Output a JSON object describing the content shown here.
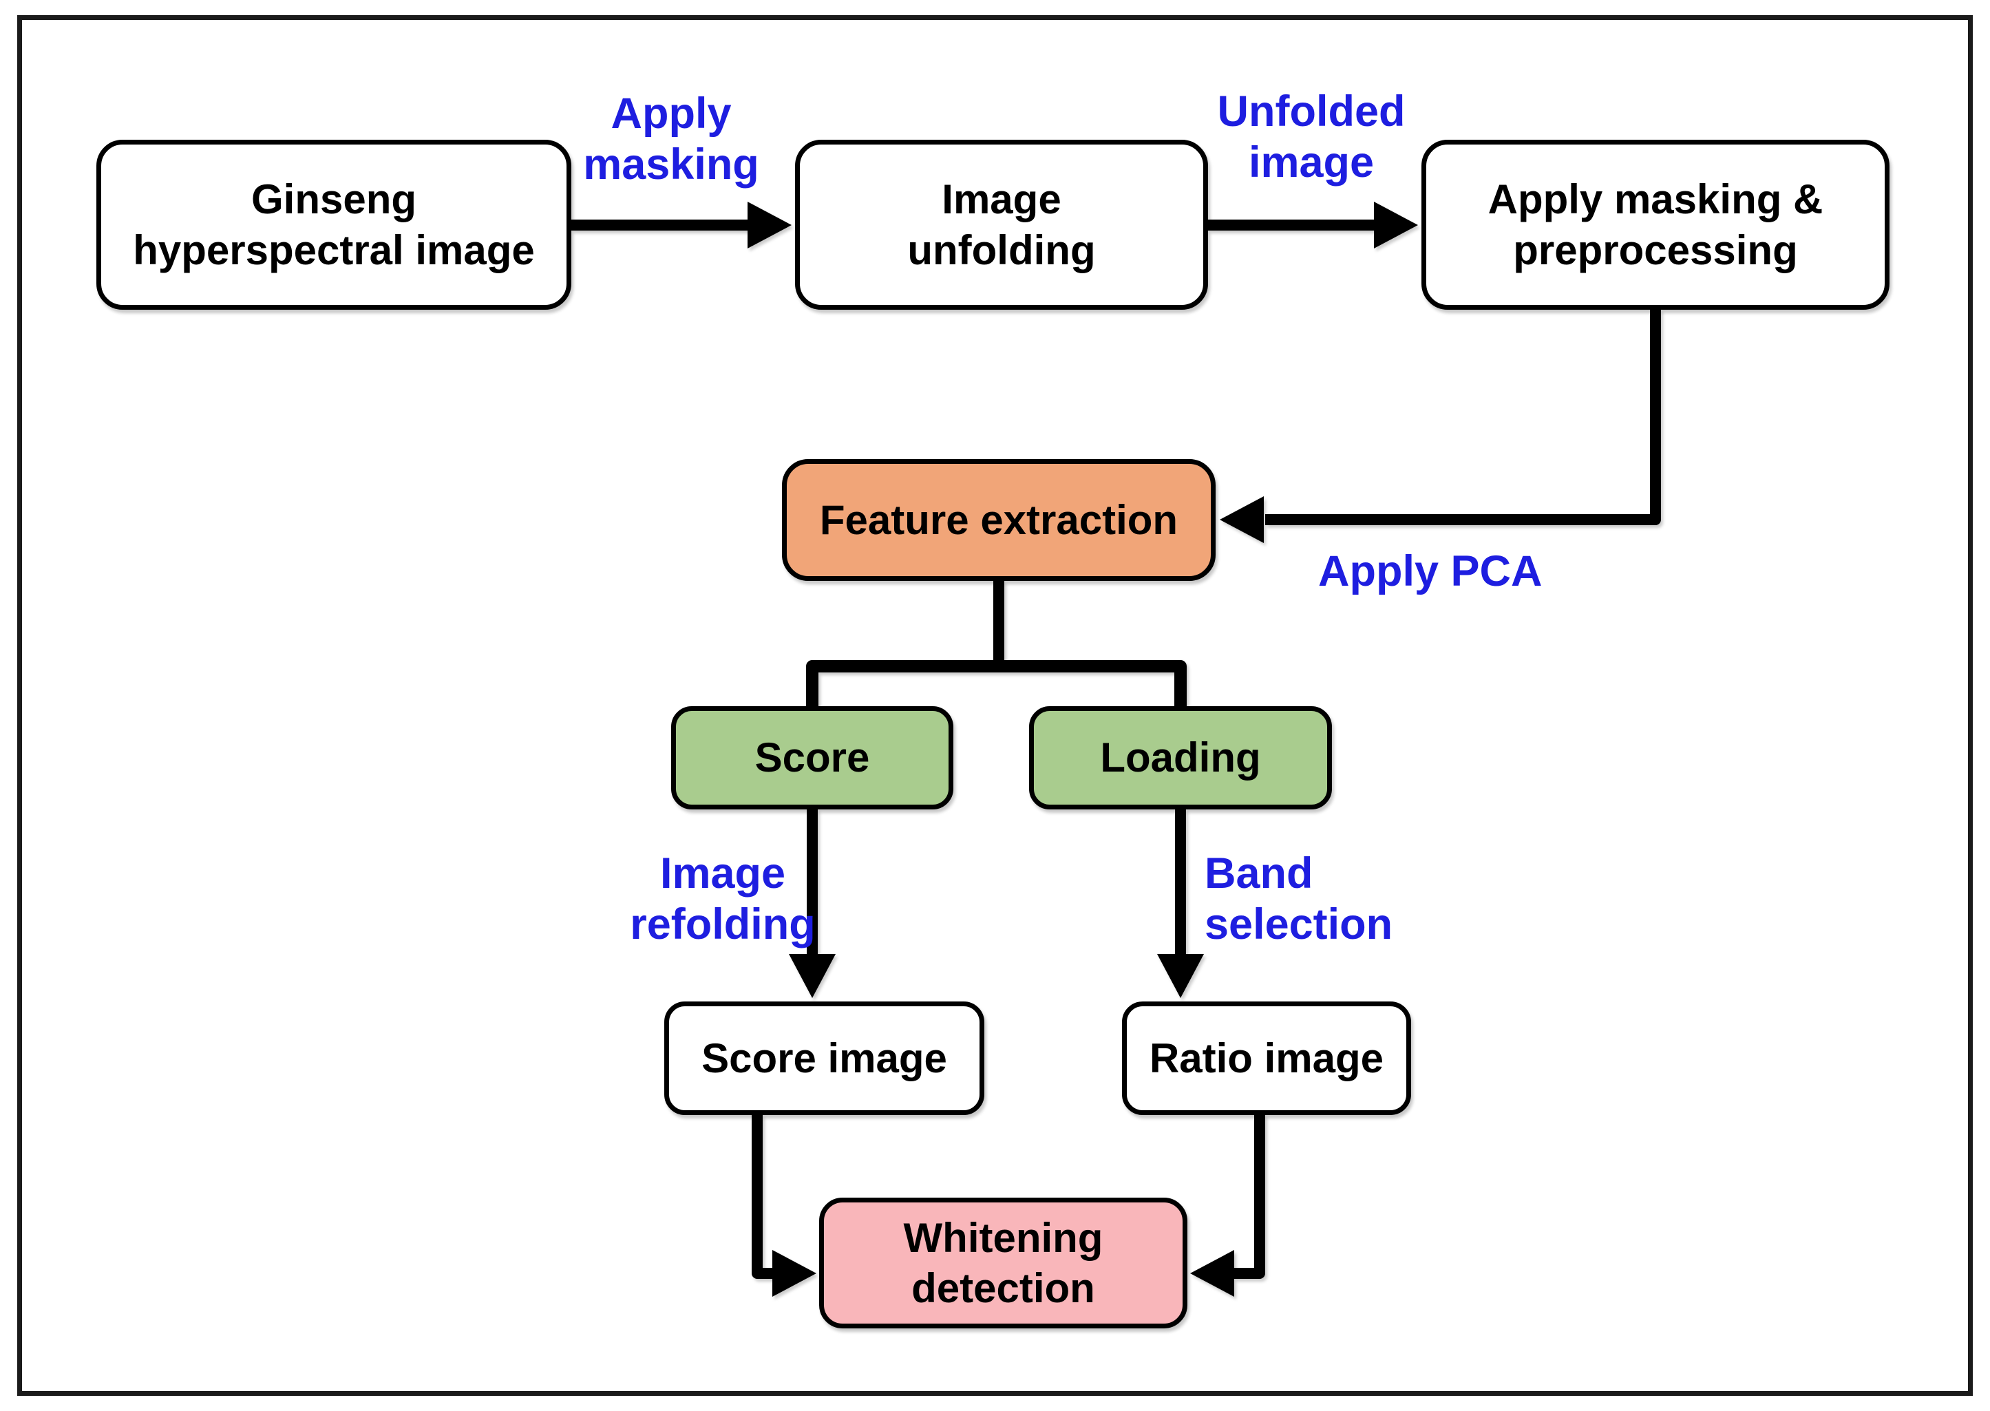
{
  "flow": {
    "nodes": {
      "ginseng": {
        "label": "Ginseng\nhyperspectral image",
        "fill": "#FFFFFF"
      },
      "unfolding": {
        "label": "Image\nunfolding",
        "fill": "#FFFFFF"
      },
      "masking": {
        "label": "Apply masking &\npreprocessing",
        "fill": "#FFFFFF"
      },
      "feature": {
        "label": "Feature extraction",
        "fill": "#F1A578"
      },
      "score": {
        "label": "Score",
        "fill": "#A9CC8E"
      },
      "loading": {
        "label": "Loading",
        "fill": "#A9CC8E"
      },
      "score_image": {
        "label": "Score image",
        "fill": "#FFFFFF"
      },
      "ratio_image": {
        "label": "Ratio image",
        "fill": "#FFFFFF"
      },
      "whitening": {
        "label": "Whitening\ndetection",
        "fill": "#F9B6BA"
      }
    },
    "edge_labels": {
      "apply_masking": "Apply\nmasking",
      "unfolded_image": "Unfolded\nimage",
      "apply_pca": "Apply PCA",
      "image_refolding": "Image\nrefolding",
      "band_selection": "Band\nselection"
    },
    "colors": {
      "edge_label_blue": "#1E1EE0",
      "connector_black": "#000000",
      "node_border": "#000000",
      "feature_orange": "#F1A578",
      "pca_green": "#A9CC8E",
      "detection_pink": "#F9B6BA",
      "process_white": "#FFFFFF",
      "frame_border": "#1B1B1B"
    }
  }
}
